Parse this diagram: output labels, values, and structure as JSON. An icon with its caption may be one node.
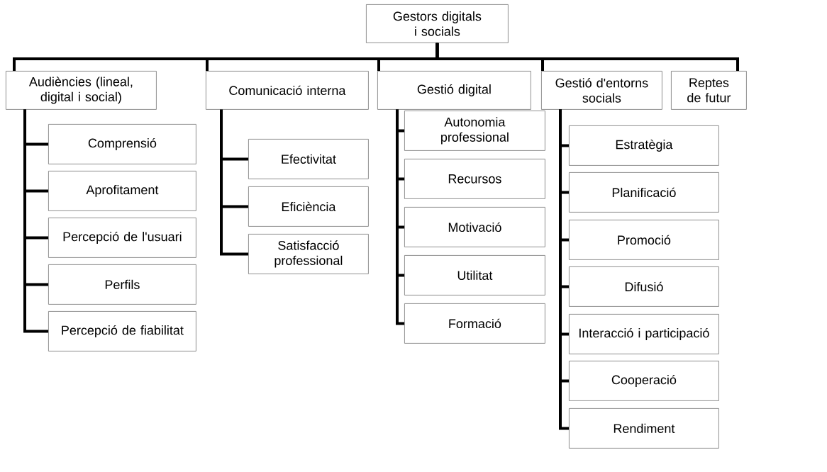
{
  "diagram": {
    "nodes": [
      {
        "text": [
          "Gestors digitals i socials"
        ]
      },
      {
        "text": [
          "Audiències (lineal, digital i social)"
        ]
      },
      {
        "text": [
          "Comunicació interna"
        ]
      },
      {
        "text": [
          "Gestió digital"
        ]
      },
      {
        "text": [
          "Gestió d'entorns socials"
        ]
      },
      {
        "text": [
          "Reptes de futur"
        ]
      },
      {
        "text": [
          "Comprensió"
        ]
      },
      {
        "text": [
          "Aprofitament"
        ]
      },
      {
        "text": [
          "Percepció de l'usuari"
        ]
      },
      {
        "text": [
          "Perfils"
        ]
      },
      {
        "text": [
          "Percepció de fiabilitat"
        ]
      },
      {
        "text": [
          "Efectivitat"
        ]
      },
      {
        "text": [
          "Eficiència"
        ]
      },
      {
        "text": [
          "Satisfacció professional"
        ]
      },
      {
        "text": [
          "Autonomia professional"
        ]
      },
      {
        "text": [
          "Recursos"
        ]
      },
      {
        "text": [
          "Motivació"
        ]
      },
      {
        "text": [
          "Utilitat"
        ]
      },
      {
        "text": [
          "Formació"
        ]
      },
      {
        "text": [
          "Estratègia"
        ]
      },
      {
        "text": [
          "Planificació"
        ]
      },
      {
        "text": [
          "Promoció"
        ]
      },
      {
        "text": [
          "Difusió"
        ]
      },
      {
        "text": [
          "Interacció i participació"
        ]
      },
      {
        "text": [
          "Cooperació"
        ]
      },
      {
        "text": [
          "Rendiment"
        ]
      }
    ],
    "edges": [
      {
        "from": 0,
        "to": 1,
        "arrow": "none"
      },
      {
        "from": 0,
        "to": 2,
        "arrow": "none"
      },
      {
        "from": 0,
        "to": 3,
        "arrow": "none"
      },
      {
        "from": 0,
        "to": 4,
        "arrow": "none"
      },
      {
        "from": 0,
        "to": 5,
        "arrow": "none"
      },
      {
        "from": 1,
        "to": 6,
        "arrow": "none"
      },
      {
        "from": 1,
        "to": 7,
        "arrow": "none"
      },
      {
        "from": 1,
        "to": 8,
        "arrow": "none"
      },
      {
        "from": 1,
        "to": 9,
        "arrow": "none"
      },
      {
        "from": 1,
        "to": 10,
        "arrow": "none"
      },
      {
        "from": 2,
        "to": 11,
        "arrow": "none"
      },
      {
        "from": 2,
        "to": 12,
        "arrow": "none"
      },
      {
        "from": 2,
        "to": 13,
        "arrow": "none"
      },
      {
        "from": 3,
        "to": 14,
        "arrow": "none"
      },
      {
        "from": 3,
        "to": 15,
        "arrow": "none"
      },
      {
        "from": 3,
        "to": 16,
        "arrow": "none"
      },
      {
        "from": 3,
        "to": 17,
        "arrow": "none"
      },
      {
        "from": 3,
        "to": 18,
        "arrow": "none"
      },
      {
        "from": 4,
        "to": 19,
        "arrow": "none"
      },
      {
        "from": 4,
        "to": 20,
        "arrow": "none"
      },
      {
        "from": 4,
        "to": 21,
        "arrow": "none"
      },
      {
        "from": 4,
        "to": 22,
        "arrow": "none"
      },
      {
        "from": 4,
        "to": 23,
        "arrow": "none"
      },
      {
        "from": 4,
        "to": 24,
        "arrow": "none"
      },
      {
        "from": 4,
        "to": 25,
        "arrow": "none"
      }
    ]
  }
}
